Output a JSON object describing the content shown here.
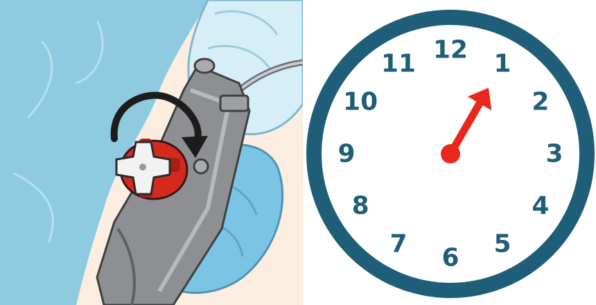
{
  "colors": {
    "drape": "#8fcbe0",
    "drape_dark": "#6db2cc",
    "glove": "#7cc4e4",
    "background_skin": "#fbeee0",
    "endoscope_metal": "#8d8f93",
    "endoscope_dark": "#5d6064",
    "control_knob_red": "#d42a1e",
    "control_knob_white": "#f2f2f2",
    "rotation_arrow": "#1c1c1c",
    "clock_rim": "#1f5e78",
    "clock_face": "#ffffff",
    "clock_numbers": "#1f5e78",
    "clock_hand": "#e8281e"
  },
  "illustration": {
    "rotation_arrow_icon": "curved-arrow-clockwise-icon",
    "knob_icon": "endoscope-control-knob-icon"
  },
  "clock": {
    "numbers": [
      "12",
      "1",
      "2",
      "3",
      "4",
      "5",
      "6",
      "7",
      "8",
      "9",
      "10",
      "11"
    ],
    "hand_points_to": "1"
  }
}
